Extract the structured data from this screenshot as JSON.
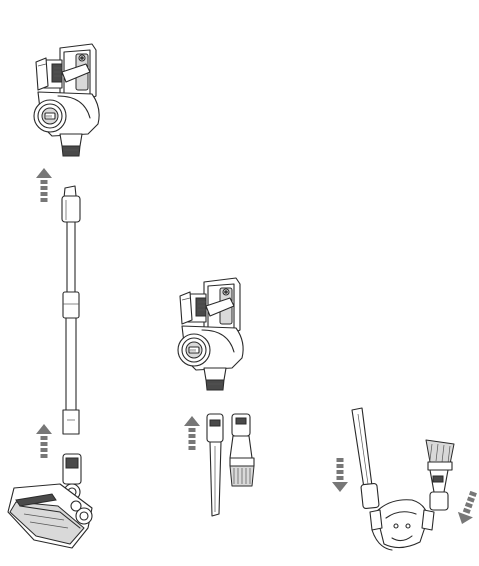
{
  "diagram": {
    "type": "assembly-illustration",
    "steps": [
      {
        "name": "stick-vacuum-assembly",
        "parts": [
          "main-unit",
          "extension-tube",
          "floor-brush-head"
        ],
        "arrows": [
          "up",
          "up"
        ]
      },
      {
        "name": "handheld-attachment",
        "parts": [
          "main-unit",
          "crevice-tool",
          "brush-tool"
        ],
        "arrows": [
          "up"
        ]
      },
      {
        "name": "accessory-storage",
        "parts": [
          "crevice-tool",
          "brush-tool",
          "storage-clip"
        ],
        "arrows": [
          "down",
          "down"
        ]
      }
    ],
    "colors": {
      "line": "#2a2a2a",
      "arrow": "#777777",
      "fill_light": "#d9d9d9",
      "fill_dark": "#4a4a4a"
    }
  }
}
